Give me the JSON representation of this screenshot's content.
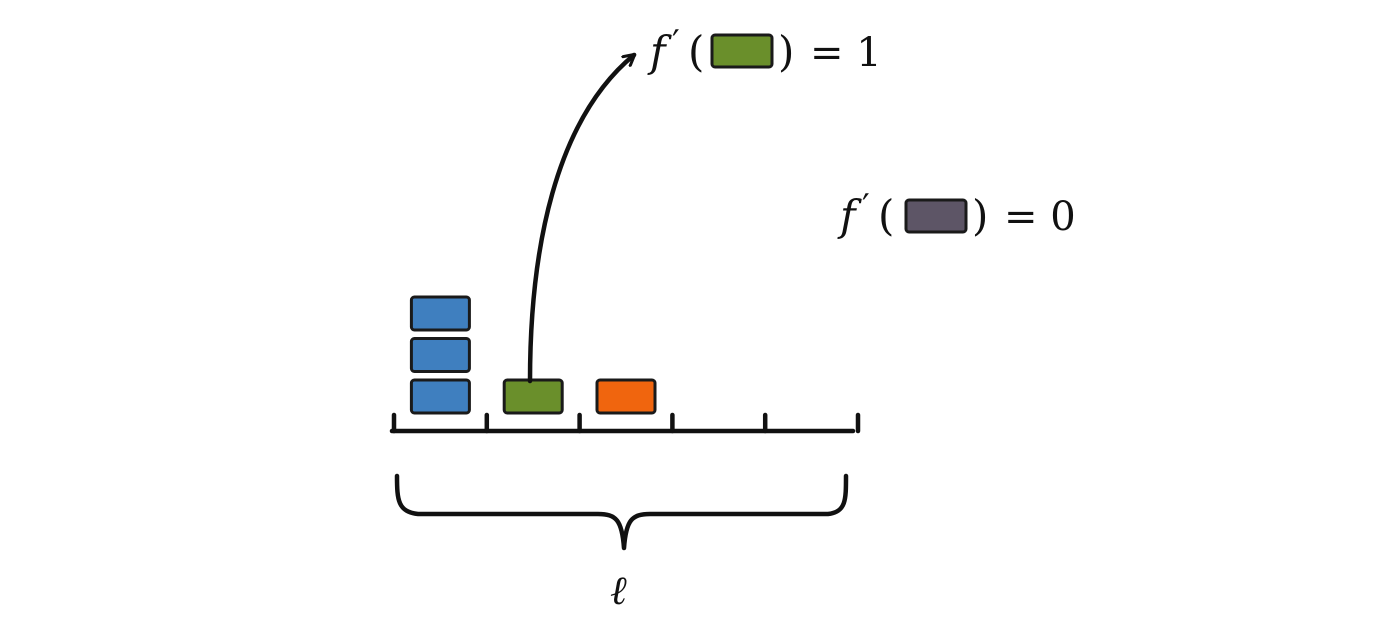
{
  "colors": {
    "blue": "#3f7fbf",
    "green": "#6a8f2b",
    "orange": "#f0650e",
    "gray": "#5d5566",
    "line": "#111111"
  },
  "bins": {
    "count": 5,
    "stacks": [
      {
        "bin": 0,
        "items": [
          "blue",
          "blue",
          "blue"
        ]
      },
      {
        "bin": 1,
        "items": [
          "green"
        ]
      },
      {
        "bin": 2,
        "items": [
          "orange"
        ]
      }
    ]
  },
  "labels": {
    "green_eq": {
      "f": "f",
      "prime": "′",
      "open": "(",
      "close": ")",
      "equals": "= 1",
      "box_color": "green"
    },
    "gray_eq": {
      "f": "f",
      "prime": "′",
      "open": "(",
      "close": ")",
      "equals": "= 0",
      "box_color": "gray"
    },
    "brace_label": "ℓ"
  }
}
